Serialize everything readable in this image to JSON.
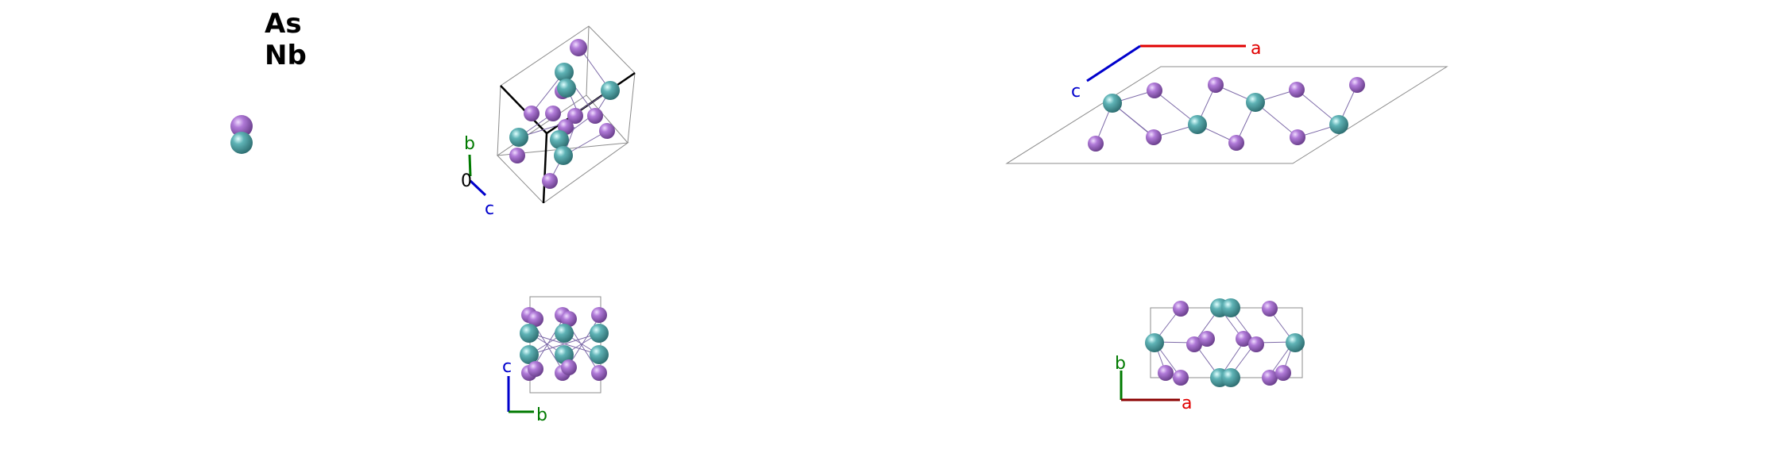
{
  "legend": {
    "elements": [
      {
        "symbol": "As",
        "color": "#a66fd1"
      },
      {
        "symbol": "Nb",
        "color": "#5fb3b6"
      }
    ]
  },
  "axes": {
    "perspective": {
      "b": "b",
      "c": "c",
      "origin": "0"
    },
    "top_right": {
      "a": "a",
      "c": "c"
    },
    "bottom_left": {
      "c": "c",
      "b": "b"
    },
    "bottom_right": {
      "b": "b",
      "a": "a"
    }
  },
  "colors": {
    "as_atom": "#a66fd1",
    "nb_atom": "#5fb3b6",
    "axis_a": "#e00000",
    "axis_b": "#007a00",
    "axis_c": "#0000cc",
    "cell_line": "#8c8c8c"
  }
}
